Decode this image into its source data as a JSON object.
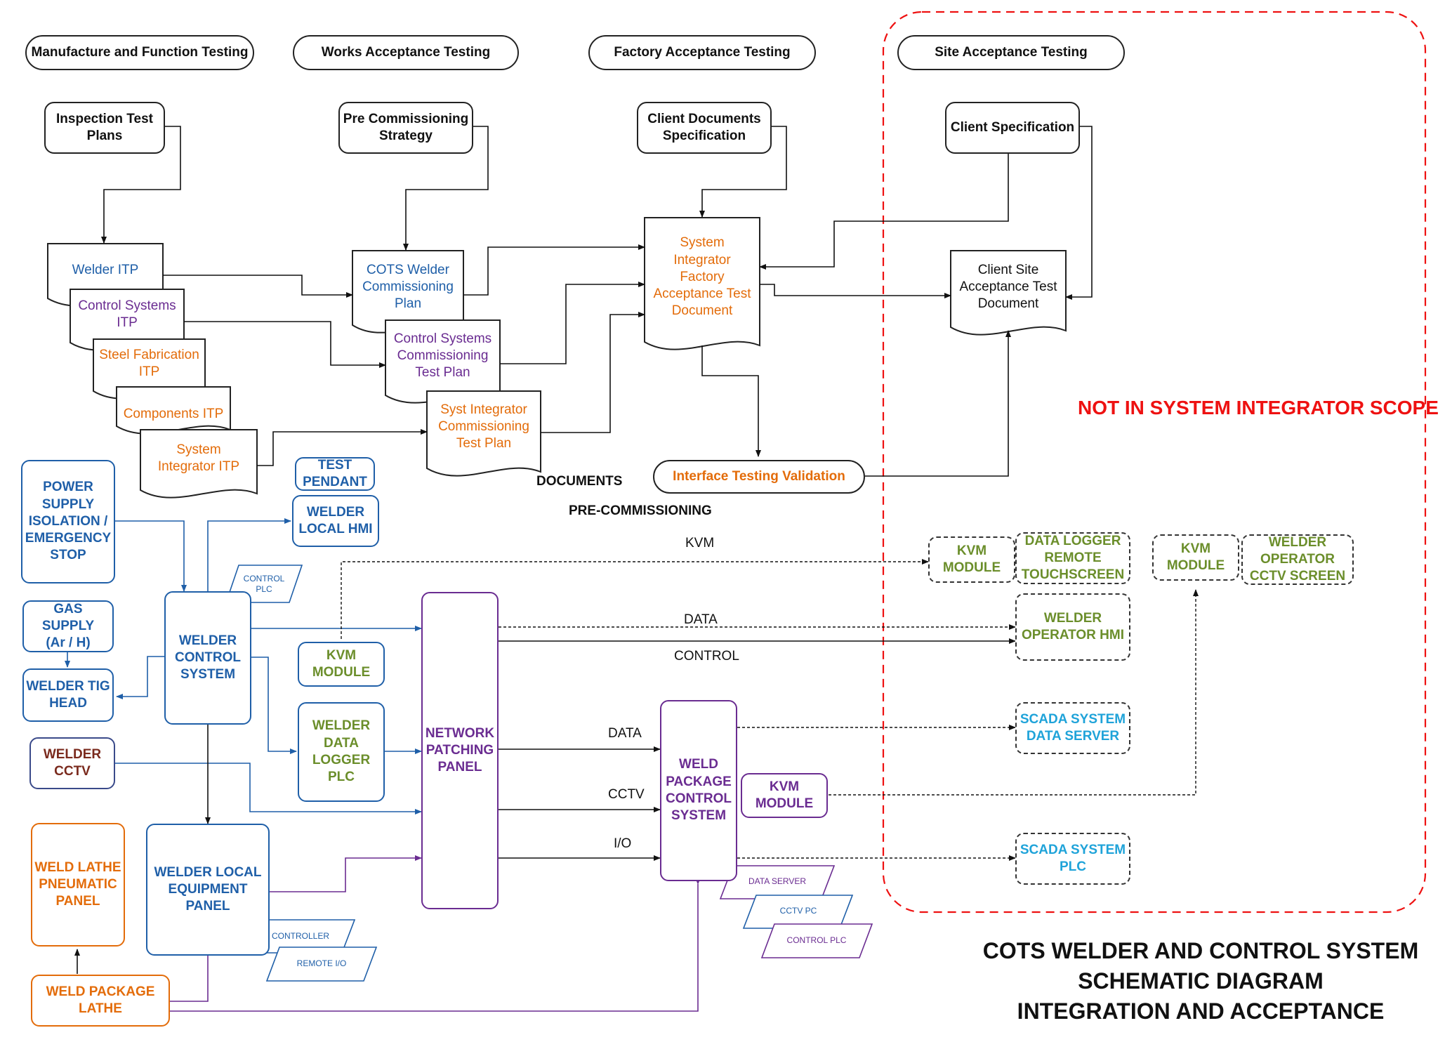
{
  "phases": {
    "manufacture": "Manufacture and Function Testing",
    "works": "Works Acceptance Testing",
    "factory": "Factory Acceptance Testing",
    "site": "Site Acceptance Testing"
  },
  "sources": {
    "inspection_plans": "Inspection Test\nPlans",
    "pre_commissioning": "Pre Commissioning\nStrategy",
    "client_documents": "Client Documents\nSpecification",
    "client_specification": "Client Specification"
  },
  "documents": {
    "welder_itp": "Welder ITP",
    "control_systems_itp": "Control Systems\nITP",
    "steel_fabrication_itp": "Steel Fabrication\nITP",
    "components_itp": "Components ITP",
    "system_integrator_itp": "System\nIntegrator ITP",
    "cots_welder_plan": "COTS Welder\nCommissioning\nPlan",
    "control_systems_plan": "Control Systems\nCommissioning\nTest Plan",
    "syst_integrator_plan": "Syst Integrator\nCommissioning\nTest Plan",
    "factory_test_doc": "System\nIntegrator\nFactory\nAcceptance Test\nDocument",
    "client_site_doc": "Client Site\nAcceptance Test\nDocument"
  },
  "interface_testing": "Interface Testing Validation",
  "labels": {
    "documents": "DOCUMENTS",
    "pre_commissioning": "PRE-COMMISSIONING",
    "kvm": "KVM",
    "data_top": "DATA",
    "control": "CONTROL",
    "data_mid": "DATA",
    "cctv": "CCTV",
    "io": "I/O"
  },
  "scope_note": "NOT IN SYSTEM INTEGRATOR SCOPE",
  "title": "COTS WELDER AND CONTROL SYSTEM\nSCHEMATIC DIAGRAM\nINTEGRATION AND ACCEPTANCE",
  "hardware": {
    "power_supply": "POWER\nSUPPLY\nISOLATION /\nEMERGENCY\nSTOP",
    "test_pendant": "TEST\nPENDANT",
    "welder_local_hmi": "WELDER\nLOCAL HMI",
    "control_plc": "CONTROL\nPLC",
    "gas_supply": "GAS\nSUPPLY\n(Ar / H)",
    "welder_control_system": "WELDER\nCONTROL\nSYSTEM",
    "welder_tig_head": "WELDER TIG\nHEAD",
    "welder_cctv": "WELDER\nCCTV",
    "kvm_module_left": "KVM\nMODULE",
    "welder_data_logger": "WELDER\nDATA\nLOGGER\nPLC",
    "network_patching_panel": "NETWORK\nPATCHING\nPANEL",
    "weld_package_control": "WELD\nPACKAGE\nCONTROL\nSYSTEM",
    "kvm_module_mid": "KVM\nMODULE",
    "weld_lathe_pneumatic": "WELD LATHE\nPNEUMATIC\nPANEL",
    "welder_local_equipment": "WELDER LOCAL\nEQUIPMENT\nPANEL",
    "controller": "CONTROLLER",
    "remote_io": "REMOTE I/O",
    "weld_package_lathe": "WELD PACKAGE\nLATHE",
    "data_server": "DATA SERVER",
    "cctv_pc": "CCTV PC",
    "control_plc_2": "CONTROL PLC"
  },
  "client_hardware": {
    "kvm_module_1": "KVM\nMODULE",
    "data_logger_touchscreen": "DATA LOGGER\nREMOTE\nTOUCHSCREEN",
    "kvm_module_2": "KVM\nMODULE",
    "welder_operator_cctv": "WELDER\nOPERATOR\nCCTV SCREEN",
    "welder_operator_hmi": "WELDER\nOPERATOR HMI",
    "scada_data_server": "SCADA SYSTEM\nDATA SERVER",
    "scada_plc": "SCADA SYSTEM\nPLC"
  },
  "colors": {
    "blue": "#1f5fa8",
    "purple": "#6a2c91",
    "orange": "#e36c0a",
    "green": "#6b8e2b",
    "light_blue": "#1fa3d9",
    "red": "#ee1111"
  }
}
